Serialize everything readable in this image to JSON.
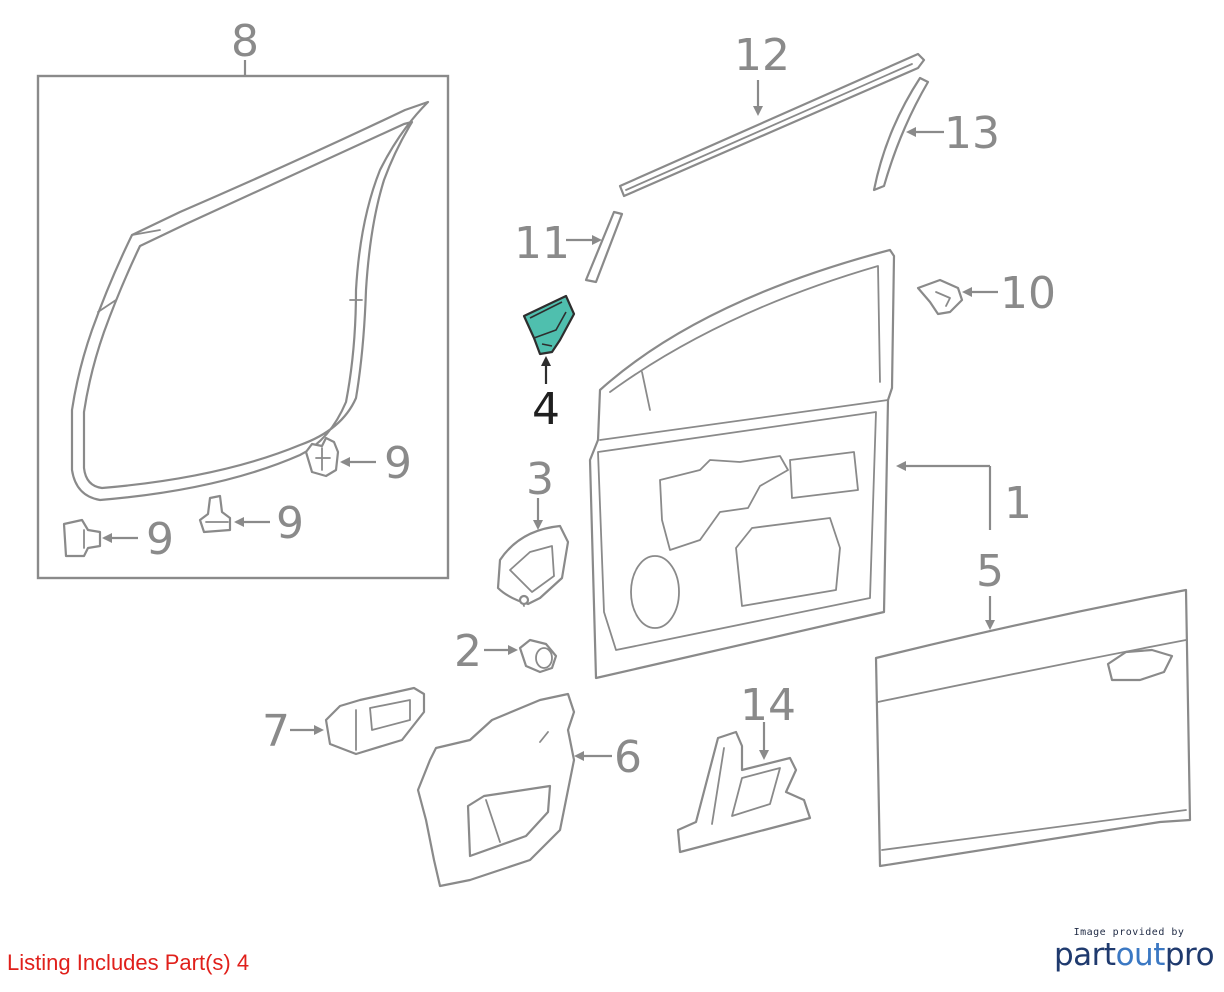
{
  "diagram": {
    "callouts": {
      "c1": "1",
      "c2": "2",
      "c3": "3",
      "c4": "4",
      "c5": "5",
      "c6": "6",
      "c7": "7",
      "c8": "8",
      "c9a": "9",
      "c9b": "9",
      "c9c": "9",
      "c10": "10",
      "c11": "11",
      "c12": "12",
      "c13": "13",
      "c14": "14"
    },
    "highlighted_part": "4",
    "highlight_color": "#4fbfae",
    "line_color": "#8a8a8a"
  },
  "footer": {
    "listing_note": "Listing Includes Part(s) 4",
    "listing_color": "#e0201b",
    "credit_line": "Image provided by",
    "credit_logo_dark": "part",
    "credit_logo_light": "out",
    "credit_logo_tail": "pro"
  }
}
